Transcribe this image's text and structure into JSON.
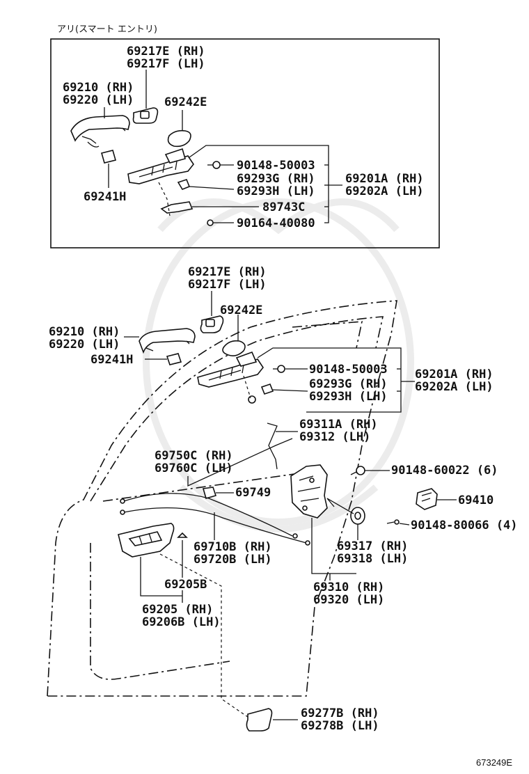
{
  "caption": "アリ(スマート エントリ)",
  "figure_id": "673249E",
  "inset": {
    "labels": {
      "handle_cover": [
        "69217E (RH)",
        "69217F (LH)"
      ],
      "handle": [
        "69210 (RH)",
        "69220 (LH)"
      ],
      "pad": "69242E",
      "bolt1": "90148-50003",
      "support": [
        "69201A (RH)",
        "69202A (LH)"
      ],
      "cap": [
        "69293G (RH)",
        "69293H (LH)"
      ],
      "sensor": "89743C",
      "screw": "90164-40080",
      "clip": "69241H"
    }
  },
  "main": {
    "labels": {
      "handle_cover": [
        "69217E (RH)",
        "69217F (LH)"
      ],
      "pad": "69242E",
      "handle": [
        "69210 (RH)",
        "69220 (LH)"
      ],
      "clip": "69241H",
      "bolt1": "90148-50003",
      "support": [
        "69201A (RH)",
        "69202A (LH)"
      ],
      "cap": [
        "69293G (RH)",
        "69293H (LH)"
      ],
      "rod": [
        "69311A (RH)",
        "69312 (LH)"
      ],
      "cable_a": [
        "69750C (RH)",
        "69760C (LH)"
      ],
      "screw_lock": "90148-60022 (6)",
      "clamp": "69749",
      "striker": "69410",
      "screw_striker": "90148-80066 (4)",
      "cable_b": [
        "69710B (RH)",
        "69720B (LH)"
      ],
      "grommet": [
        "69317 (RH)",
        "69318 (LH)"
      ],
      "bezel": "69205B",
      "lock": [
        "69310 (RH)",
        "69320 (LH)"
      ],
      "inner_handle": [
        "69205 (RH)",
        "69206B (LH)"
      ],
      "cover": [
        "69277B (RH)",
        "69278B (LH)"
      ]
    }
  }
}
